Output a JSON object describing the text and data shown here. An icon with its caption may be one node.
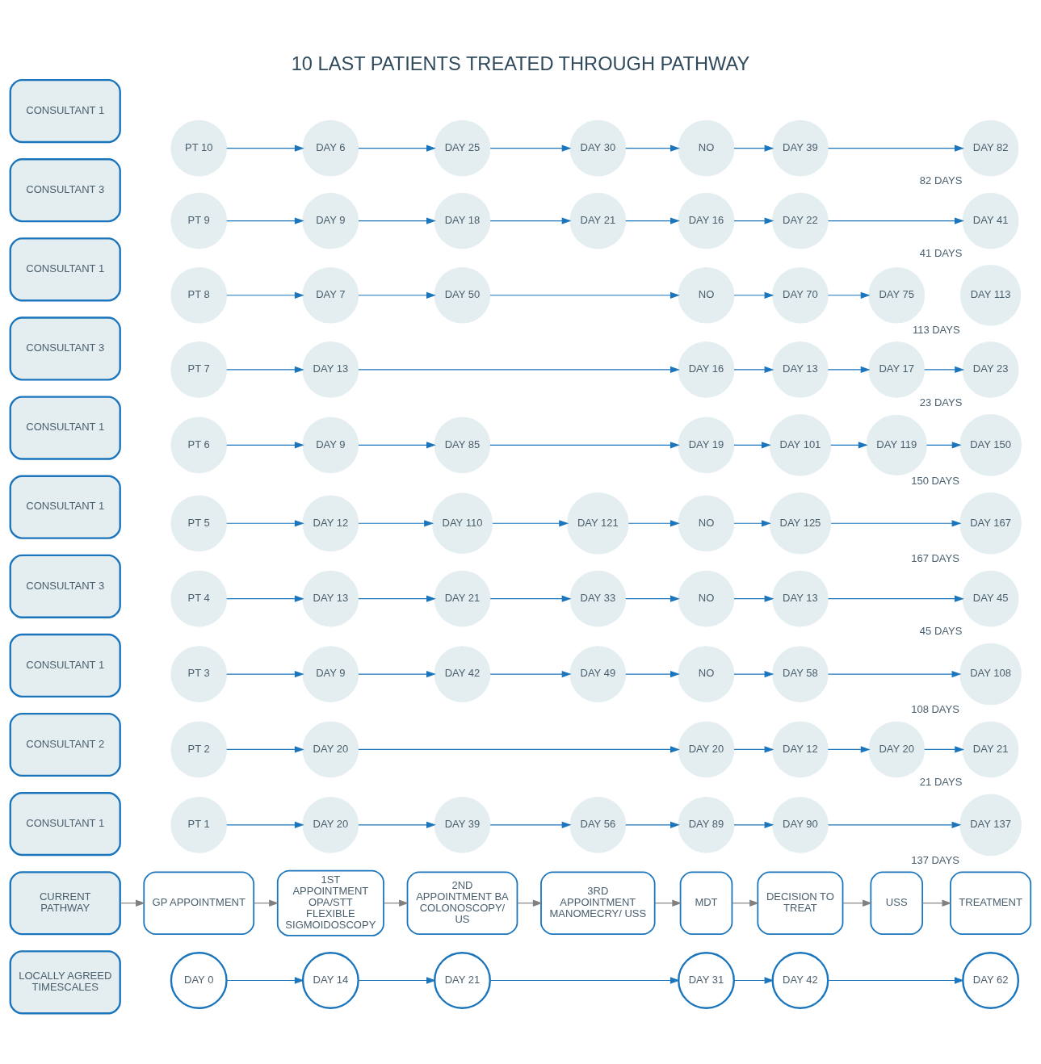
{
  "diagram": {
    "title": "10 LAST PATIENTS TREATED THROUGH PATHWAY",
    "nodes": [
      {
        "text": [
          "LOCALLY AGREED TIMESCALES"
        ]
      },
      {
        "text": [
          "DAY 0"
        ]
      },
      {
        "text": [
          "DAY 14"
        ]
      },
      {
        "text": [
          "DAY 21"
        ]
      },
      {
        "text": [
          "DAY 31"
        ]
      },
      {
        "text": [
          "DAY 42"
        ]
      },
      {
        "text": [
          "DAY 62"
        ]
      },
      {
        "text": [
          "CURRENT PATHWAY"
        ]
      },
      {
        "text": [
          "GP APPOINTMENT"
        ]
      },
      {
        "text": [
          "1ST APPOINTMENT OPA/STT FLEXIBLE SIGMOIDOSCOPY"
        ]
      },
      {
        "text": [
          "2ND APPOINTMENT BA COLONOSCOPY/ US"
        ]
      },
      {
        "text": [
          "3RD APPOINTMENT MANOMECRY/ USS"
        ]
      },
      {
        "text": [
          "MDT"
        ]
      },
      {
        "text": [
          "DECISION TO TREAT"
        ]
      },
      {
        "text": [
          "USS"
        ]
      },
      {
        "text": [
          "TREATMENT"
        ]
      },
      {
        "text": [
          "CONSULTANT 1"
        ]
      },
      {
        "text": [
          "PT 1"
        ]
      },
      {
        "text": [
          "DAY 20"
        ]
      },
      {
        "text": [
          "DAY 39"
        ]
      },
      {
        "text": [
          "DAY 56"
        ]
      },
      {
        "text": [
          "DAY 89"
        ]
      },
      {
        "text": [
          "DAY 90"
        ]
      },
      {
        "text": [
          "DAY 137"
        ],
        "beside": [
          "137 DAYS"
        ]
      },
      {
        "text": [
          "CONSULTANT 2"
        ]
      },
      {
        "text": [
          "PT 2"
        ]
      },
      {
        "text": [
          "DAY 20"
        ]
      },
      {
        "text": [
          "DAY 20"
        ]
      },
      {
        "text": [
          "DAY 12"
        ]
      },
      {
        "text": [
          "DAY 20"
        ]
      },
      {
        "text": [
          "DAY 21"
        ],
        "beside": [
          "21 DAYS"
        ]
      },
      {
        "text": [
          "CONSULTANT 1"
        ]
      },
      {
        "text": [
          "PT 3"
        ]
      },
      {
        "text": [
          "DAY 9"
        ]
      },
      {
        "text": [
          "DAY 42"
        ]
      },
      {
        "text": [
          "DAY 49"
        ]
      },
      {
        "text": [
          "NO"
        ]
      },
      {
        "text": [
          "DAY 58"
        ]
      },
      {
        "text": [
          "DAY 108"
        ],
        "beside": [
          "108 DAYS"
        ]
      },
      {
        "text": [
          "CONSULTANT 3"
        ]
      },
      {
        "text": [
          "PT 4"
        ]
      },
      {
        "text": [
          "DAY 13"
        ]
      },
      {
        "text": [
          "DAY 21"
        ]
      },
      {
        "text": [
          "DAY 33"
        ]
      },
      {
        "text": [
          "NO"
        ]
      },
      {
        "text": [
          "DAY 13"
        ]
      },
      {
        "text": [
          "DAY 45"
        ],
        "beside": [
          "45 DAYS"
        ]
      },
      {
        "text": [
          "CONSULTANT 1"
        ]
      },
      {
        "text": [
          "PT 5"
        ]
      },
      {
        "text": [
          "DAY 12"
        ]
      },
      {
        "text": [
          "DAY 110"
        ]
      },
      {
        "text": [
          "DAY 121"
        ]
      },
      {
        "text": [
          "NO"
        ]
      },
      {
        "text": [
          "DAY 125"
        ]
      },
      {
        "text": [
          "DAY 167"
        ],
        "beside": [
          "167 DAYS"
        ]
      },
      {
        "text": [
          "CONSULTANT 1"
        ]
      },
      {
        "text": [
          "PT 6"
        ]
      },
      {
        "text": [
          "DAY 9"
        ]
      },
      {
        "text": [
          "DAY 85"
        ]
      },
      {
        "text": [
          "DAY 19"
        ]
      },
      {
        "text": [
          "DAY 101"
        ]
      },
      {
        "text": [
          "DAY 119"
        ]
      },
      {
        "text": [
          "DAY 150"
        ],
        "beside": [
          "150 DAYS"
        ]
      },
      {
        "text": [
          "CONSULTANT 3"
        ]
      },
      {
        "text": [
          "PT 7"
        ]
      },
      {
        "text": [
          "DAY 13"
        ]
      },
      {
        "text": [
          "DAY 16"
        ]
      },
      {
        "text": [
          "DAY 13"
        ]
      },
      {
        "text": [
          "DAY 17"
        ]
      },
      {
        "text": [
          "DAY 23"
        ],
        "beside": [
          "23 DAYS"
        ]
      },
      {
        "text": [
          "CONSULTANT 1"
        ]
      },
      {
        "text": [
          "PT 8"
        ]
      },
      {
        "text": [
          "DAY 7"
        ]
      },
      {
        "text": [
          "DAY 50"
        ]
      },
      {
        "text": [
          "NO"
        ]
      },
      {
        "text": [
          "DAY 70"
        ]
      },
      {
        "text": [
          "DAY 75"
        ]
      },
      {
        "text": [
          "DAY 113"
        ],
        "beside": [
          "113 DAYS"
        ]
      },
      {
        "text": [
          "CONSULTANT 3"
        ]
      },
      {
        "text": [
          "PT 9"
        ]
      },
      {
        "text": [
          "DAY 9"
        ]
      },
      {
        "text": [
          "DAY 18"
        ]
      },
      {
        "text": [
          "DAY 21"
        ]
      },
      {
        "text": [
          "DAY 16"
        ]
      },
      {
        "text": [
          "DAY 22"
        ]
      },
      {
        "text": [
          "DAY 41"
        ],
        "beside": [
          "41 DAYS"
        ]
      },
      {
        "text": [
          "CONSULTANT 1"
        ]
      },
      {
        "text": [
          "PT 10"
        ]
      },
      {
        "text": [
          "DAY 6"
        ]
      },
      {
        "text": [
          "DAY 25"
        ]
      },
      {
        "text": [
          "DAY 30"
        ]
      },
      {
        "text": [
          "NO"
        ]
      },
      {
        "text": [
          "DAY 39"
        ]
      },
      {
        "text": [
          "DAY 82"
        ],
        "beside": [
          "82 DAYS"
        ]
      }
    ],
    "edges": [
      {
        "from": 1,
        "to": 2,
        "arrow": "to"
      },
      {
        "from": 2,
        "to": 3,
        "arrow": "to"
      },
      {
        "from": 3,
        "to": 4,
        "arrow": "to"
      },
      {
        "from": 4,
        "to": 5,
        "arrow": "to"
      },
      {
        "from": 5,
        "to": 6,
        "arrow": "to"
      },
      {
        "from": 7,
        "to": 8,
        "arrow": "to",
        "color": "#808080"
      },
      {
        "from": 8,
        "to": 9,
        "arrow": "to",
        "color": "#808080"
      },
      {
        "from": 9,
        "to": 10,
        "arrow": "to",
        "color": "#808080"
      },
      {
        "from": 10,
        "to": 11,
        "arrow": "to",
        "color": "#808080"
      },
      {
        "from": 11,
        "to": 12,
        "arrow": "to",
        "color": "#808080"
      },
      {
        "from": 12,
        "to": 13,
        "arrow": "to",
        "color": "#808080"
      },
      {
        "from": 13,
        "to": 14,
        "arrow": "to",
        "color": "#808080"
      },
      {
        "from": 14,
        "to": 15,
        "arrow": "to",
        "color": "#808080"
      },
      {
        "from": 17,
        "to": 18,
        "arrow": "to"
      },
      {
        "from": 18,
        "to": 19,
        "arrow": "to"
      },
      {
        "from": 19,
        "to": 20,
        "arrow": "to"
      },
      {
        "from": 20,
        "to": 21,
        "arrow": "to"
      },
      {
        "from": 21,
        "to": 22,
        "arrow": "to"
      },
      {
        "from": 22,
        "to": 23,
        "arrow": "to"
      },
      {
        "from": 25,
        "to": 26,
        "arrow": "to"
      },
      {
        "from": 26,
        "to": 27,
        "arrow": "to"
      },
      {
        "from": 27,
        "to": 28,
        "arrow": "to"
      },
      {
        "from": 28,
        "to": 29,
        "arrow": "to"
      },
      {
        "from": 29,
        "to": 30,
        "arrow": "to"
      },
      {
        "from": 32,
        "to": 33,
        "arrow": "to"
      },
      {
        "from": 33,
        "to": 34,
        "arrow": "to"
      },
      {
        "from": 34,
        "to": 35,
        "arrow": "to"
      },
      {
        "from": 35,
        "to": 36,
        "arrow": "to"
      },
      {
        "from": 36,
        "to": 37,
        "arrow": "to"
      },
      {
        "from": 37,
        "to": 38,
        "arrow": "to"
      },
      {
        "from": 40,
        "to": 41,
        "arrow": "to"
      },
      {
        "from": 41,
        "to": 42,
        "arrow": "to"
      },
      {
        "from": 42,
        "to": 43,
        "arrow": "to"
      },
      {
        "from": 43,
        "to": 44,
        "arrow": "to"
      },
      {
        "from": 44,
        "to": 45,
        "arrow": "to"
      },
      {
        "from": 45,
        "to": 46,
        "arrow": "to"
      },
      {
        "from": 48,
        "to": 49,
        "arrow": "to"
      },
      {
        "from": 49,
        "to": 50,
        "arrow": "to"
      },
      {
        "from": 50,
        "to": 51,
        "arrow": "to"
      },
      {
        "from": 51,
        "to": 52,
        "arrow": "to"
      },
      {
        "from": 52,
        "to": 53,
        "arrow": "to"
      },
      {
        "from": 53,
        "to": 54,
        "arrow": "to"
      },
      {
        "from": 56,
        "to": 57,
        "arrow": "to"
      },
      {
        "from": 57,
        "to": 58,
        "arrow": "to"
      },
      {
        "from": 58,
        "to": 59,
        "arrow": "to"
      },
      {
        "from": 59,
        "to": 60,
        "arrow": "to"
      },
      {
        "from": 60,
        "to": 61,
        "arrow": "to"
      },
      {
        "from": 61,
        "to": 62,
        "arrow": "to"
      },
      {
        "from": 64,
        "to": 65,
        "arrow": "to"
      },
      {
        "from": 65,
        "to": 66,
        "arrow": "to"
      },
      {
        "from": 66,
        "to": 67,
        "arrow": "to"
      },
      {
        "from": 67,
        "to": 68,
        "arrow": "to"
      },
      {
        "from": 68,
        "to": 69,
        "arrow": "to"
      },
      {
        "from": 71,
        "to": 72,
        "arrow": "to"
      },
      {
        "from": 72,
        "to": 73,
        "arrow": "to"
      },
      {
        "from": 73,
        "to": 74,
        "arrow": "to"
      },
      {
        "from": 74,
        "to": 75,
        "arrow": "to"
      },
      {
        "from": 75,
        "to": 76,
        "arrow": "to"
      },
      {
        "from": 79,
        "to": 80,
        "arrow": "to"
      },
      {
        "from": 80,
        "to": 81,
        "arrow": "to"
      },
      {
        "from": 81,
        "to": 82,
        "arrow": "to"
      },
      {
        "from": 82,
        "to": 83,
        "arrow": "to"
      },
      {
        "from": 83,
        "to": 84,
        "arrow": "to"
      },
      {
        "from": 84,
        "to": 85,
        "arrow": "to"
      },
      {
        "from": 87,
        "to": 88,
        "arrow": "to"
      },
      {
        "from": 88,
        "to": 89,
        "arrow": "to"
      },
      {
        "from": 89,
        "to": 90,
        "arrow": "to"
      },
      {
        "from": 90,
        "to": 91,
        "arrow": "to"
      },
      {
        "from": 91,
        "to": 92,
        "arrow": "to"
      },
      {
        "from": 92,
        "to": 93,
        "arrow": "to"
      }
    ]
  }
}
